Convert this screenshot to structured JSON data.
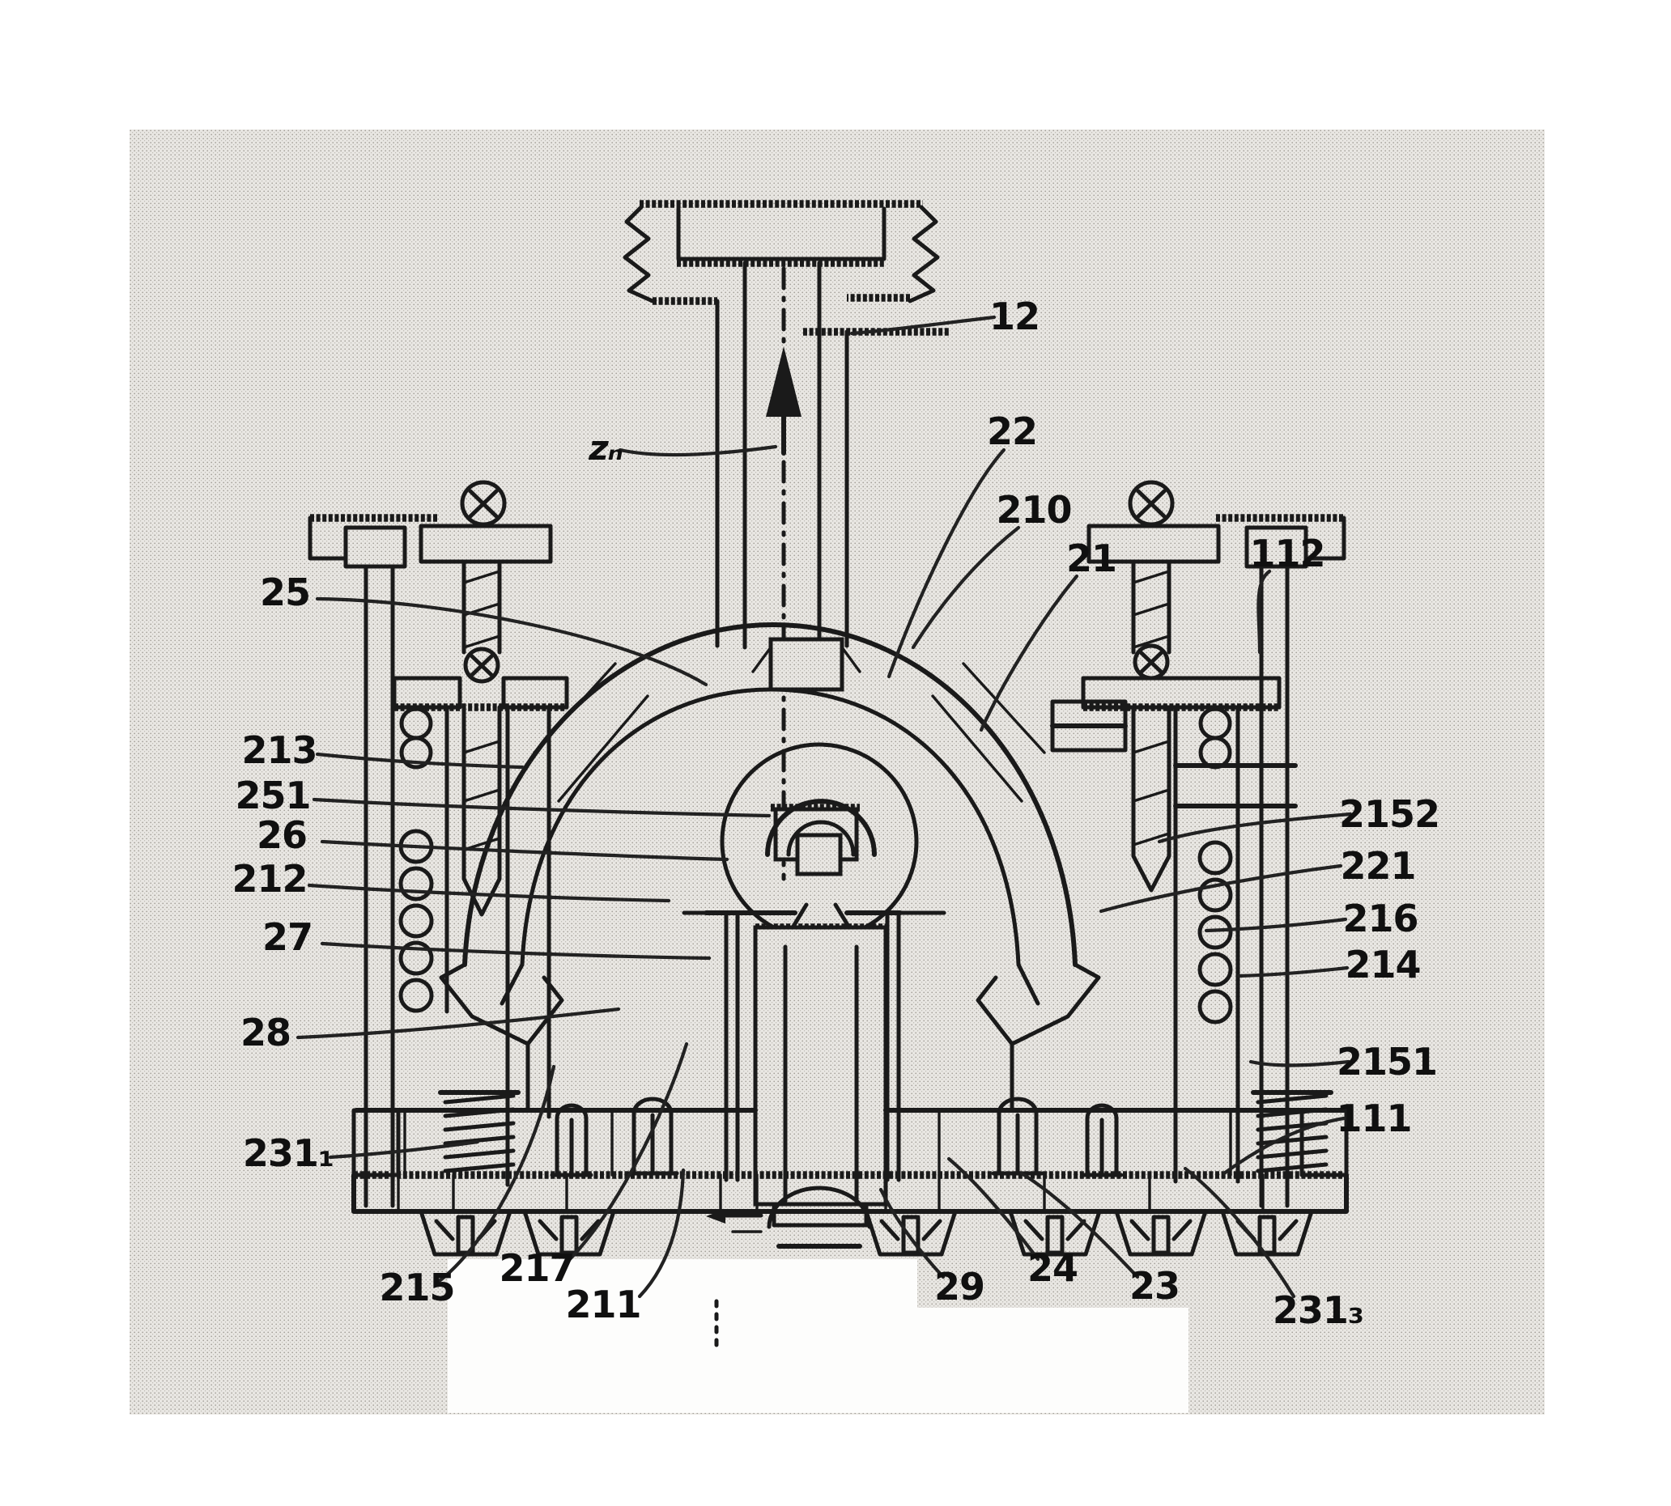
{
  "figure": {
    "kind": "patent-sectional-drawing",
    "colors": {
      "paper": "#e9e7e3",
      "ink": "#1a1a1a",
      "page": "#ffffff"
    },
    "labels": [
      {
        "id": "zn",
        "text": "zₙ"
      },
      {
        "id": "12",
        "text": "12"
      },
      {
        "id": "22",
        "text": "22"
      },
      {
        "id": "210",
        "text": "210"
      },
      {
        "id": "21",
        "text": "21"
      },
      {
        "id": "112",
        "text": "112"
      },
      {
        "id": "25",
        "text": "25"
      },
      {
        "id": "213",
        "text": "213"
      },
      {
        "id": "251",
        "text": "251"
      },
      {
        "id": "26",
        "text": "26"
      },
      {
        "id": "212",
        "text": "212"
      },
      {
        "id": "27",
        "text": "27"
      },
      {
        "id": "28",
        "text": "28"
      },
      {
        "id": "2311",
        "text": "231₁"
      },
      {
        "id": "215",
        "text": "215"
      },
      {
        "id": "217",
        "text": "217"
      },
      {
        "id": "211",
        "text": "211"
      },
      {
        "id": "29",
        "text": "29"
      },
      {
        "id": "24",
        "text": "24"
      },
      {
        "id": "23",
        "text": "23"
      },
      {
        "id": "2313",
        "text": "231₃"
      },
      {
        "id": "2152",
        "text": "2152"
      },
      {
        "id": "221",
        "text": "221"
      },
      {
        "id": "216",
        "text": "216"
      },
      {
        "id": "214",
        "text": "214"
      },
      {
        "id": "2151",
        "text": "2151"
      },
      {
        "id": "111",
        "text": "111"
      }
    ]
  }
}
